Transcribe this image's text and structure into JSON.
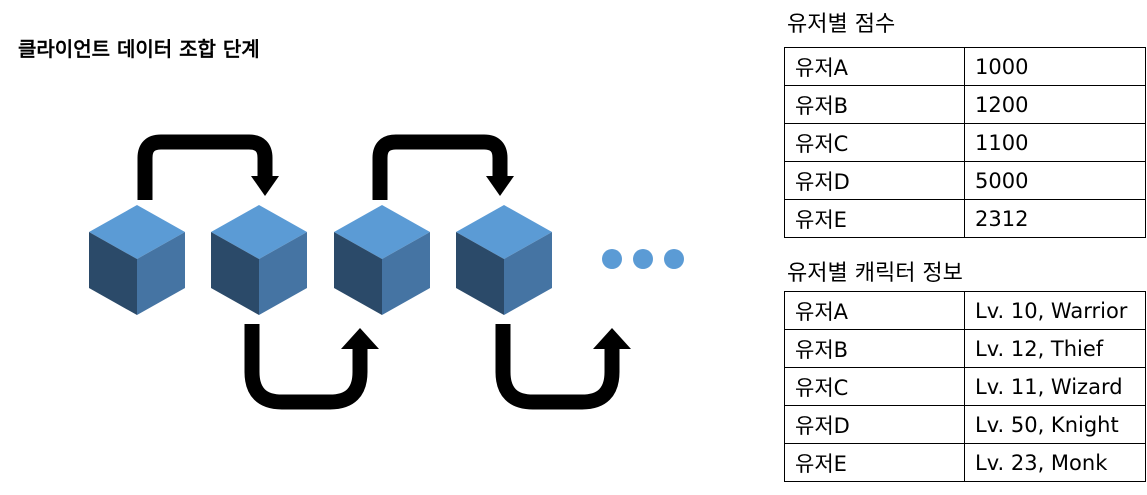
{
  "title": "클라이언트 데이터 조합 단계",
  "colors": {
    "cube_top": "#5b9bd5",
    "cube_left": "#2b4a69",
    "cube_right": "#4574a3",
    "arrow": "#000000",
    "dots": "#5b9bd5"
  },
  "diagram": {
    "cube_count": 4,
    "continuation_dots": 3,
    "arrows": [
      "over",
      "under",
      "over",
      "under"
    ]
  },
  "score_table": {
    "caption": "유저별 점수",
    "rows": [
      {
        "user": "유저A",
        "value": "1000"
      },
      {
        "user": "유저B",
        "value": "1200"
      },
      {
        "user": "유저C",
        "value": "1100"
      },
      {
        "user": "유저D",
        "value": "5000"
      },
      {
        "user": "유저E",
        "value": "2312"
      }
    ]
  },
  "character_table": {
    "caption": "유저별 캐릭터 정보",
    "rows": [
      {
        "user": "유저A",
        "value": "Lv. 10, Warrior"
      },
      {
        "user": "유저B",
        "value": "Lv. 12, Thief"
      },
      {
        "user": "유저C",
        "value": "Lv. 11, Wizard"
      },
      {
        "user": "유저D",
        "value": "Lv. 50, Knight"
      },
      {
        "user": "유저E",
        "value": "Lv. 23, Monk"
      }
    ]
  }
}
